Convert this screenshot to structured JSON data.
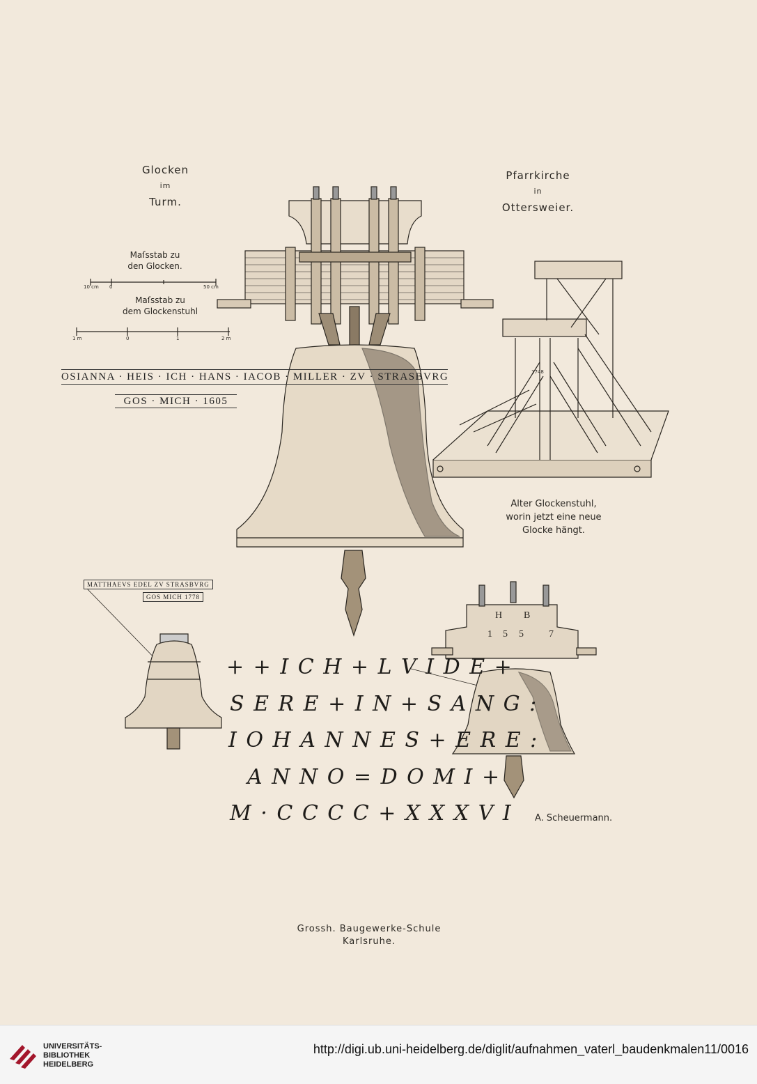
{
  "plate": {
    "title_left": [
      "Glocken",
      "im",
      "Turm."
    ],
    "title_right": [
      "Pfarrkirche",
      "in",
      "Ottersweier."
    ],
    "scale1_label": [
      "Maſsstab zu",
      "den Glocken."
    ],
    "scale1_ticks": [
      "10 cm",
      "0",
      "50 cm"
    ],
    "scale2_label": [
      "Maſsstab zu",
      "dem Glockenstuhl"
    ],
    "scale2_ticks": [
      "1 m",
      "0",
      "1",
      "2 m"
    ],
    "banner1": "OSIANNA · HEIS · ICH · HANS · IACOB · MILLER · ZV · STRASBVRG",
    "banner1b": "GOS · MICH · 1605",
    "caption_frame": [
      "Alter Glockenstuhl,",
      "worin jetzt eine neue",
      "Glocke hängt."
    ],
    "banner2": "MATTHAEVS EDEL ZV STRASBVRG",
    "banner2b": "GOS MICH 1778",
    "inscription": [
      "+ + I C H + L V I D E +",
      "S E R E + I N + S A N G :",
      "I O H A N N E S + E R E :",
      "A N N O = D O M I +",
      "M · C C C C + X X X V I"
    ],
    "bell_letters": [
      "H",
      "B",
      "1",
      "5",
      "5",
      "7"
    ],
    "frame_mark": "1748",
    "signature": "A. Scheuermann.",
    "school": [
      "Grossh. Baugewerke-Schule",
      "Karlsruhe."
    ]
  },
  "footer": {
    "logo_lines": [
      "UNIVERSITÄTS-",
      "BIBLIOTHEK",
      "HEIDELBERG"
    ],
    "url": "http://digi.ub.uni-heidelberg.de/diglit/aufnahmen_vaterl_baudenkmalen11/0016"
  },
  "colors": {
    "paper": "#f2e9dc",
    "ink": "#2a2620",
    "logo_red": "#a3162b"
  }
}
